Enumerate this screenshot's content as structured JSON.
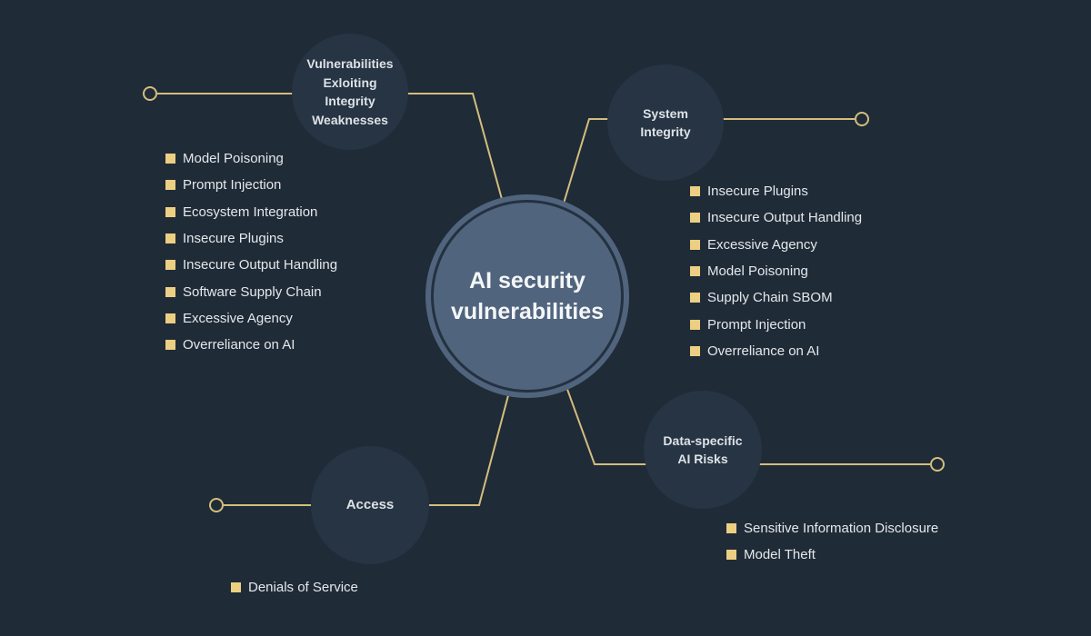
{
  "central": {
    "lines": [
      "AI security",
      "vulnerabilities"
    ]
  },
  "branches": [
    {
      "name": "integrity-weaknesses",
      "label_lines": [
        "Vulnerabilities",
        "Exloiting",
        "Integrity",
        "Weaknesses"
      ],
      "items": [
        "Model Poisoning",
        "Prompt Injection",
        "Ecosystem Integration",
        "Insecure Plugins",
        "Insecure Output Handling",
        "Software Supply Chain",
        "Excessive Agency",
        "Overreliance on AI"
      ]
    },
    {
      "name": "system-integrity",
      "label_lines": [
        "System",
        "Integrity"
      ],
      "items": [
        "Insecure Plugins",
        "Insecure Output Handling",
        "Excessive Agency",
        "Model Poisoning",
        "Supply Chain SBOM",
        "Prompt Injection",
        "Overreliance on AI"
      ]
    },
    {
      "name": "access",
      "label_lines": [
        "Access"
      ],
      "items": [
        "Denials of Service"
      ]
    },
    {
      "name": "data-specific-ai-risks",
      "label_lines": [
        "Data-specific",
        "AI Risks"
      ],
      "items": [
        "Sensitive Information Disclosure",
        "Model Theft"
      ]
    }
  ],
  "colors": {
    "background": "#202b38",
    "branch_circle": "#263443",
    "central_circle": "#50647d",
    "central_ring": "#233140",
    "connector_line": "#d3be7c",
    "bullet": "#eccf83",
    "list_text": "#e4e8eb",
    "label_text": "#dde2e6",
    "central_text": "#f4f6f7"
  }
}
